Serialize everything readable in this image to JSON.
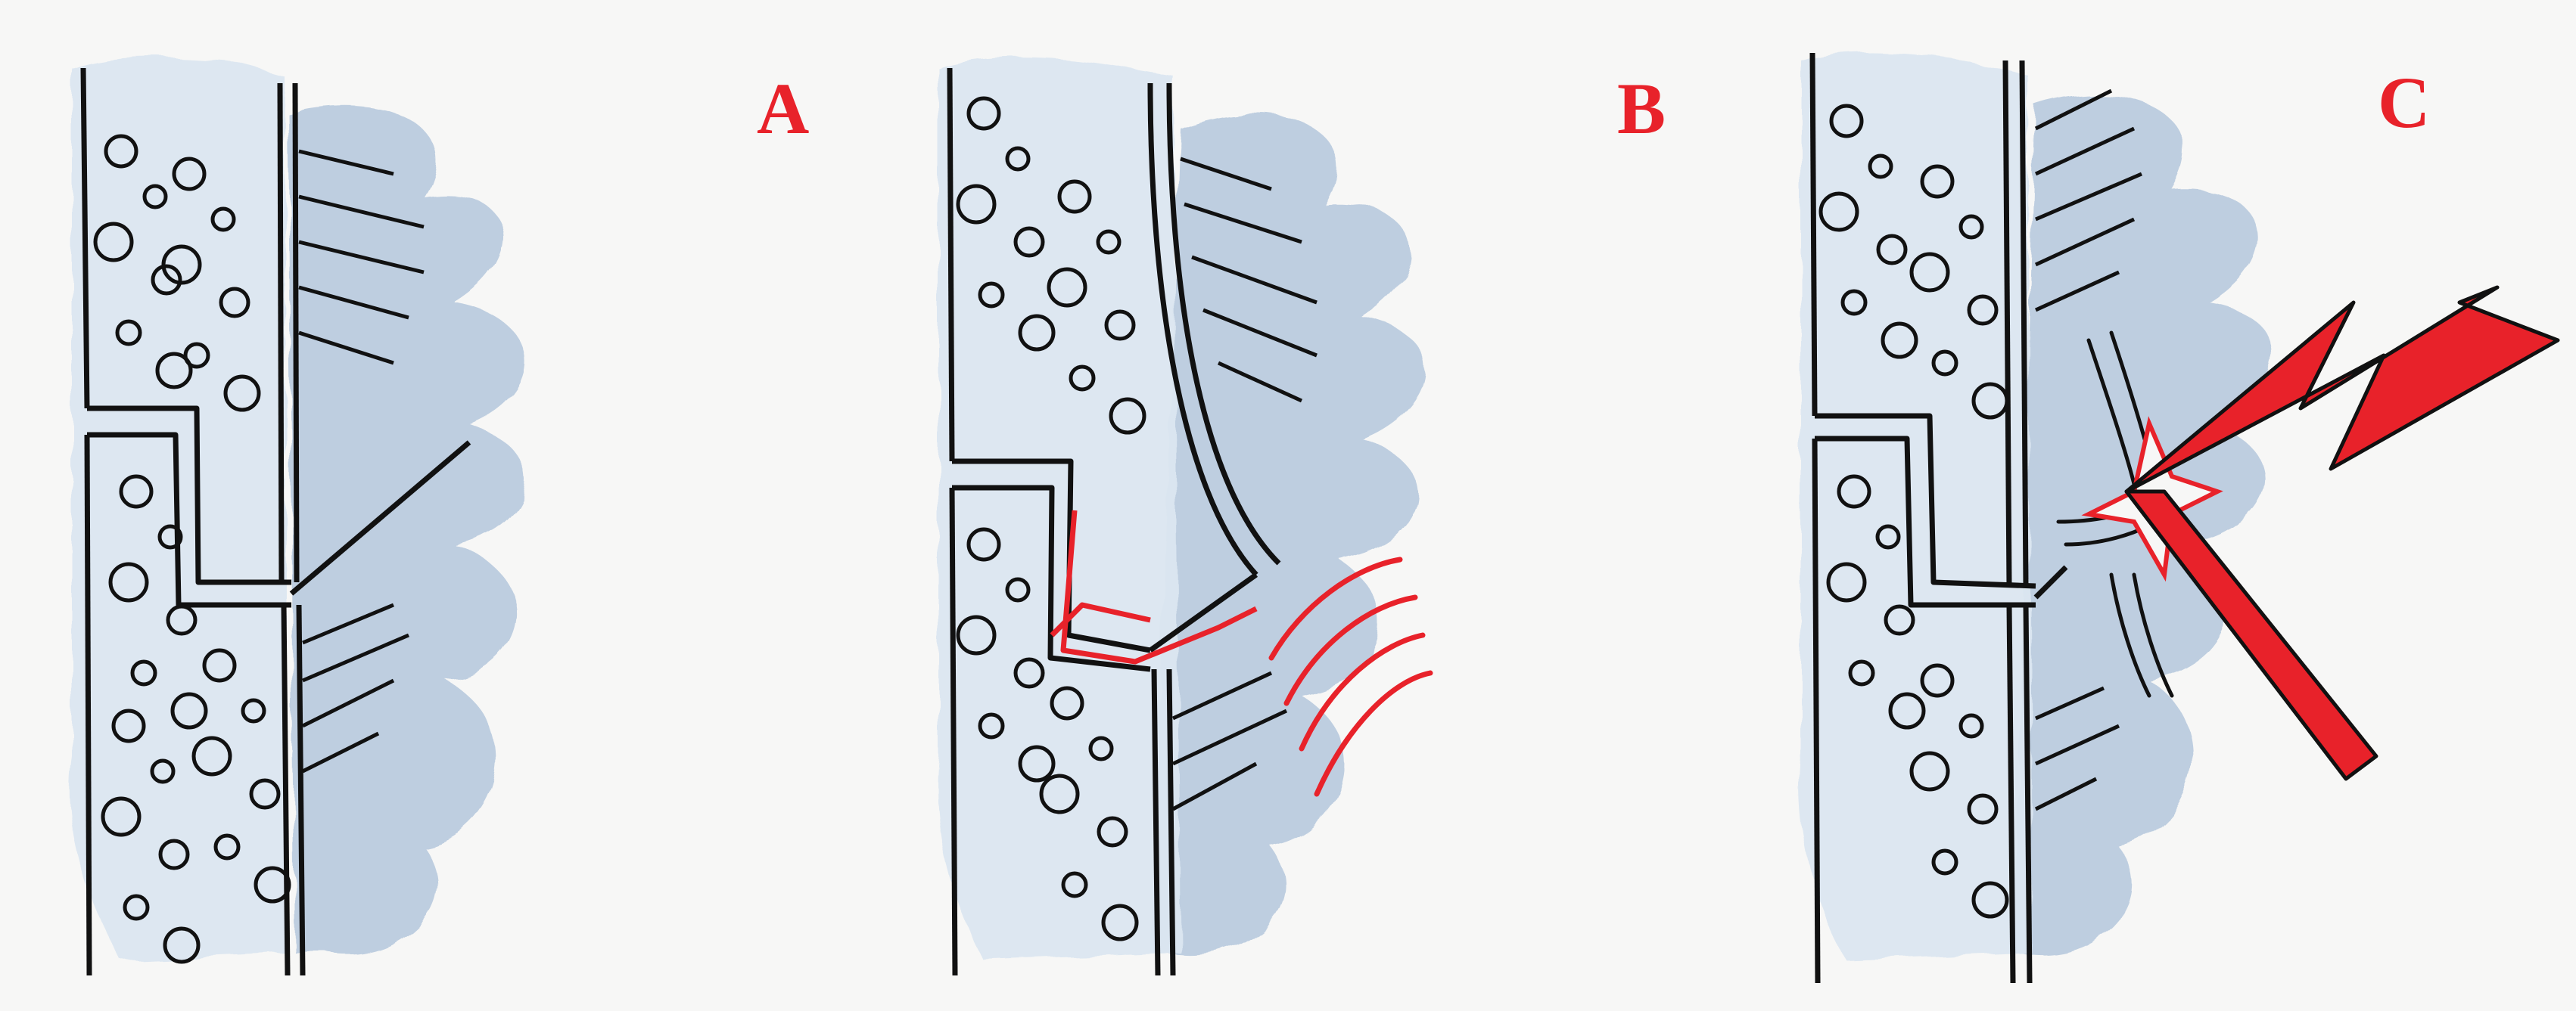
{
  "labels": {
    "a": "A",
    "b": "B",
    "c": "C"
  },
  "colors": {
    "background": "#f7f7f6",
    "concrete_fill": "#dce7f1",
    "shadow": "#b8cade",
    "ink": "#111111",
    "accent": "#e8222a"
  }
}
